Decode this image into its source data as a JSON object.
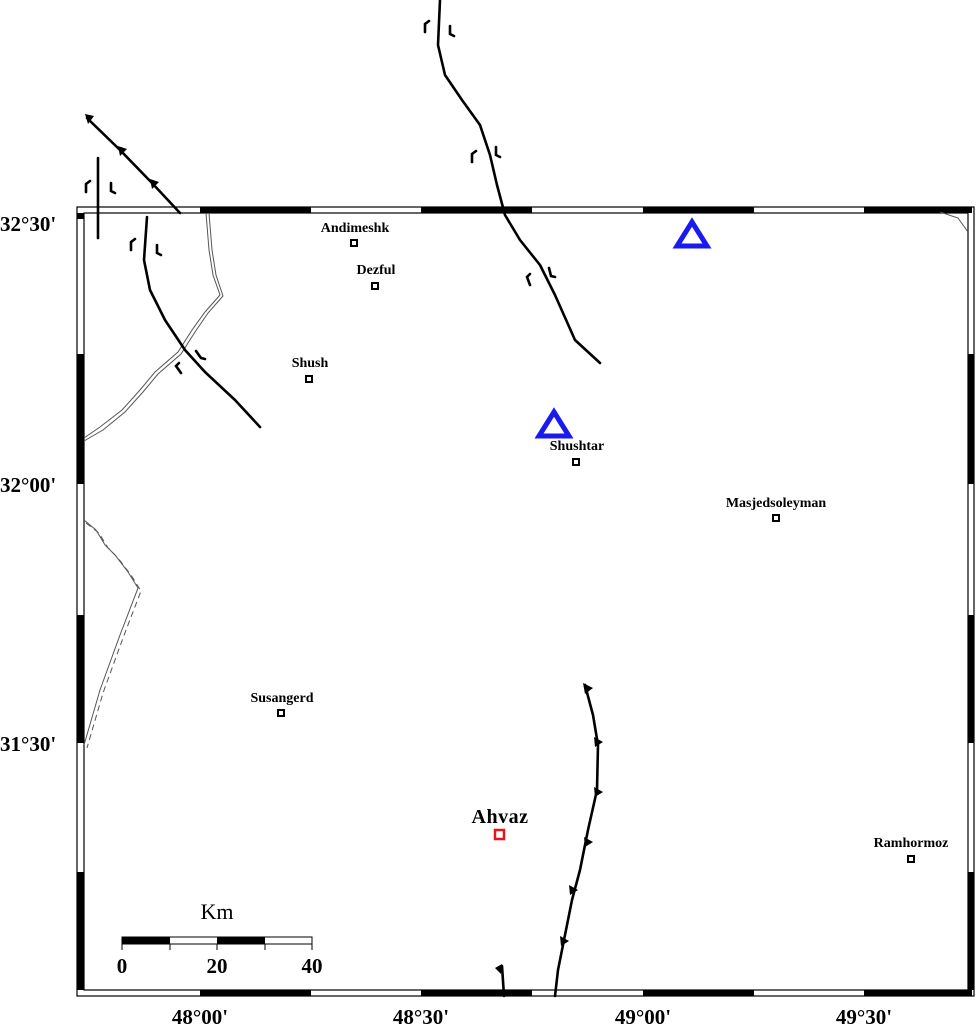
{
  "map": {
    "lon_ticks": [
      "48°00'",
      "48°30'",
      "49°00'",
      "49°30'"
    ],
    "lat_ticks": [
      "32°30'",
      "32°00'",
      "31°30'"
    ],
    "colors": {
      "capital": "#e8141c",
      "station": "#1a1aee",
      "frame": "#000000",
      "fault": "#000000"
    }
  },
  "cities": [
    {
      "id": "andimeshk",
      "name": "Andimeshk"
    },
    {
      "id": "dezful",
      "name": "Dezful"
    },
    {
      "id": "shush",
      "name": "Shush"
    },
    {
      "id": "shushtar",
      "name": "Shushtar"
    },
    {
      "id": "masjedsoleyman",
      "name": "Masjedsoleyman"
    },
    {
      "id": "susangerd",
      "name": "Susangerd"
    },
    {
      "id": "ramhormoz",
      "name": "Ramhormoz"
    }
  ],
  "capital": {
    "name": "Ahvaz"
  },
  "stations": [
    {
      "id": "station-1",
      "icon": "triangle-icon"
    },
    {
      "id": "station-2",
      "icon": "triangle-icon"
    }
  ],
  "scale_bar": {
    "unit": "Km",
    "labels": [
      "0",
      "20",
      "40"
    ]
  }
}
